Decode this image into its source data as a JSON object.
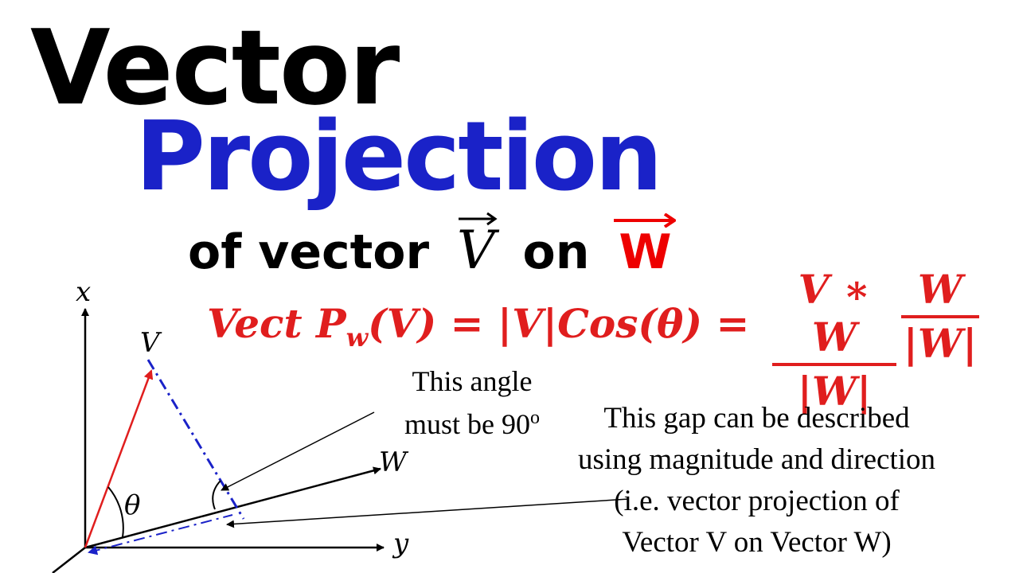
{
  "title": {
    "line1": "Vector",
    "line2": "Projection",
    "subtitle_prefix": "of vector",
    "subtitle_v": "V",
    "subtitle_on": "on",
    "subtitle_w": "W"
  },
  "formula": {
    "lhs_vect": "Vect P",
    "lhs_sub": "w",
    "lhs_arg": "(V) = |V|Cos(θ) =",
    "frac1_num": "V ∗ W",
    "frac1_den": "|W|",
    "frac2_num": "W",
    "frac2_den": "|W|"
  },
  "diagram": {
    "label_x": "x",
    "label_y": "y",
    "label_v": "V",
    "label_w": "W",
    "label_theta": "θ"
  },
  "notes": {
    "angle_line1": "This angle",
    "angle_line2": "must be 90",
    "angle_sup": "o",
    "gap_line1": "This gap can be described",
    "gap_line2": "using magnitude and direction",
    "gap_line3": "(i.e. vector projection of",
    "gap_line4": "Vector V on Vector W)"
  },
  "colors": {
    "title_blue": "#1a22c8",
    "formula_red": "#e01e1e",
    "vector_v_red": "#e01e1e",
    "projection_blue": "#1a22c8",
    "w_red": "#ee0000"
  }
}
